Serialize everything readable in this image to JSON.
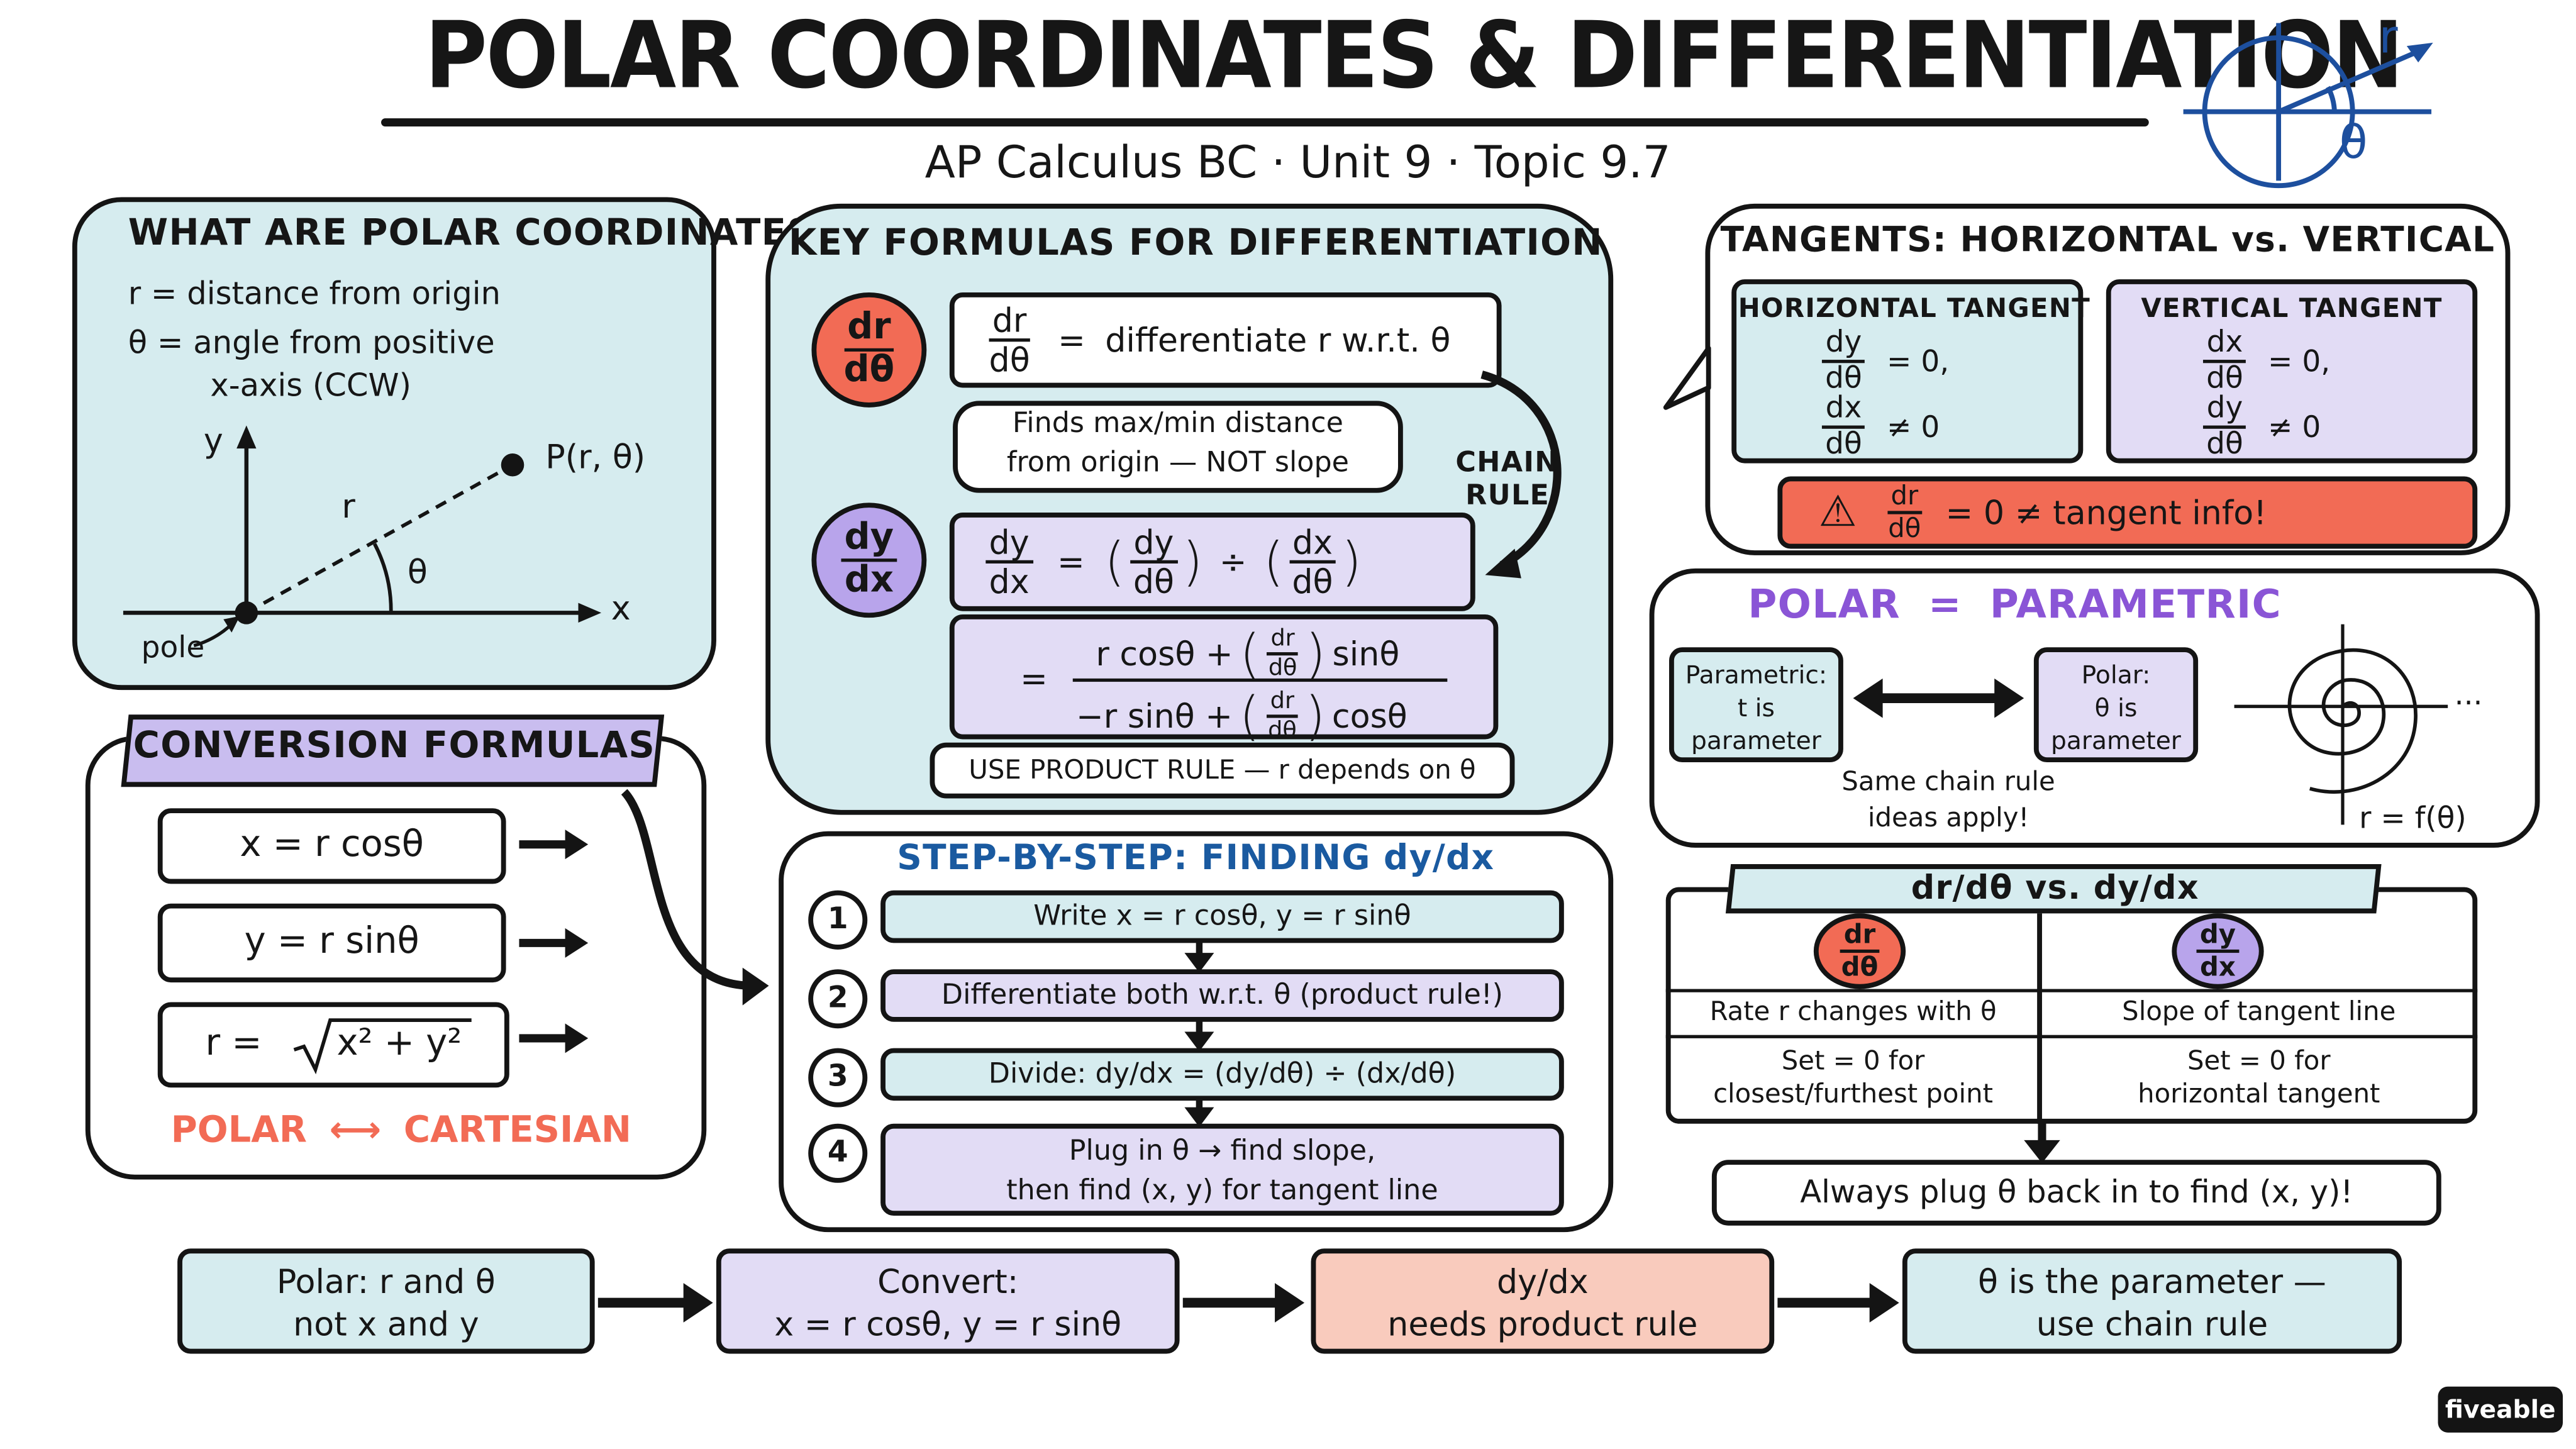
{
  "title": "POLAR COORDINATES & DIFFERENTIATION",
  "subtitle": "AP Calculus BC · Unit 9 · Topic 9.7",
  "corner_diagram": {
    "r": "r",
    "theta": "θ"
  },
  "what_are": {
    "heading": "WHAT ARE POLAR COORDINATES?",
    "line1": "r = distance from origin",
    "line2": "θ = angle from positive",
    "line3": "x-axis (CCW)",
    "axis_y": "y",
    "axis_x": "x",
    "point": "P(r, θ)",
    "r": "r",
    "theta": "θ",
    "pole": "pole"
  },
  "conversion": {
    "heading": "CONVERSION FORMULAS",
    "x_eq": "x = r cosθ",
    "y_eq": "y = r sinθ",
    "r_lhs": "r =",
    "r_rad": "x² + y²",
    "footer_left": "POLAR",
    "footer_arrow": "⟷",
    "footer_right": "CARTESIAN"
  },
  "key": {
    "heading": "KEY FORMULAS FOR DIFFERENTIATION",
    "dr": "dr",
    "dtheta": "dθ",
    "dy": "dy",
    "dx": "dx",
    "eq": "=",
    "drdtheta_desc": "differentiate r w.r.t. θ",
    "bubble1": "Finds max/min distance",
    "bubble2": "from origin — NOT slope",
    "chain1": "CHAIN",
    "chain2": "RULE",
    "div": "÷",
    "num_a": "r cosθ  +",
    "num_b": "sinθ",
    "den_a": "−r sinθ  +",
    "den_b": "cosθ",
    "product_note": "USE PRODUCT RULE — r depends on θ"
  },
  "tangents": {
    "heading": "TANGENTS: HORIZONTAL vs. VERTICAL",
    "horiz_title": "HORIZONTAL TANGENT",
    "vert_title": "VERTICAL TANGENT",
    "eq0": "= 0,",
    "ne0": "≠ 0",
    "warn_icon": "⚠",
    "warn_text": "= 0 ≠ tangent info!"
  },
  "polar_param": {
    "heading_left": "POLAR",
    "heading_eq": "=",
    "heading_right": "PARAMETRIC",
    "param_l1": "Parametric:",
    "param_l2": "t is",
    "param_l3": "parameter",
    "polar_l1": "Polar:",
    "polar_l2": "θ is",
    "polar_l3": "parameter",
    "note1": "Same chain rule",
    "note2": "ideas apply!",
    "curve_label": "r = f(θ)",
    "ellipsis": "···"
  },
  "steps": {
    "heading": "STEP-BY-STEP: FINDING dy/dx",
    "items": [
      {
        "num": "1",
        "text": "Write x = r cosθ,  y = r sinθ"
      },
      {
        "num": "2",
        "text": "Differentiate both w.r.t. θ (product rule!)"
      },
      {
        "num": "3",
        "text": "Divide: dy/dx = (dy/dθ) ÷ (dx/dθ)"
      },
      {
        "num": "4",
        "text": "Plug in θ → find slope,",
        "text2": "then find (x, y) for tangent line"
      }
    ]
  },
  "compare": {
    "heading": "dr/dθ vs. dy/dx",
    "left_rate": "Rate r changes with θ",
    "right_rate": "Slope of tangent line",
    "left_set1": "Set = 0 for",
    "left_set2": "closest/furthest point",
    "right_set1": "Set = 0 for",
    "right_set2": "horizontal tangent",
    "bottom": "Always plug θ back in to find (x, y)!"
  },
  "flow": [
    {
      "l1": "Polar: r and θ",
      "l2": "not x and y"
    },
    {
      "l1": "Convert:",
      "l2": "x = r cosθ, y = r sinθ"
    },
    {
      "l1": "dy/dx",
      "l2": "needs product rule"
    },
    {
      "l1": "θ is the parameter —",
      "l2": "use chain rule"
    }
  ],
  "brand": "fiveable",
  "colors": {
    "teal": "#d6ecef",
    "lavender": "#e2dcf5",
    "coral": "#f26b55",
    "salmon": "#f9cbbd",
    "purple_text": "#8a55d6",
    "blue_title": "#1a5aa0",
    "orange_text": "#f26b55",
    "dark_blue_ink": "#1d4f9e"
  }
}
